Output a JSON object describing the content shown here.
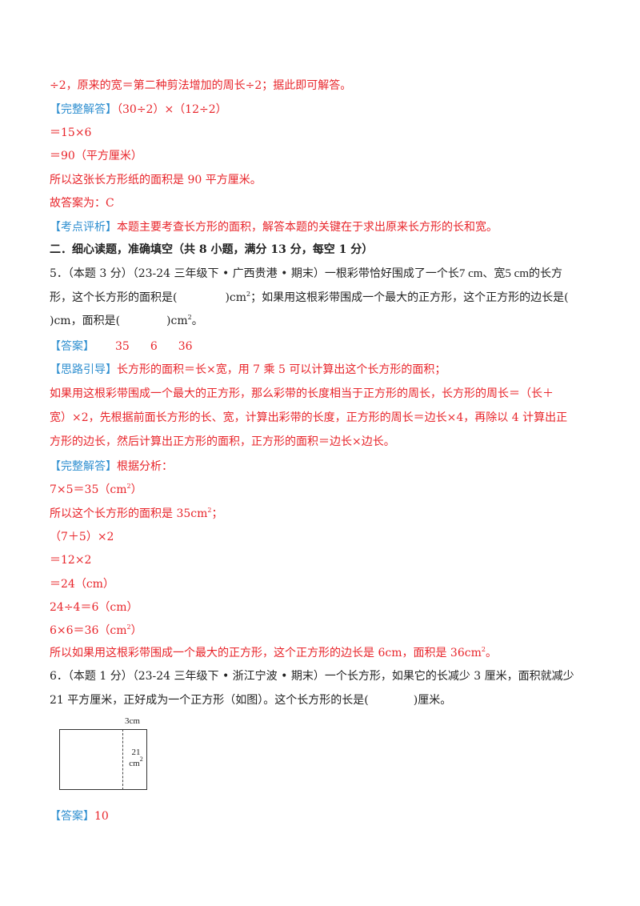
{
  "prev_solution": {
    "hint_tail": "÷2，原来的宽＝第二种剪法增加的周长÷2；据此即可解答。",
    "full_answer_label": "【完整解答】",
    "full_answer_expr": "（30÷2）×（12÷2）",
    "step1": "＝15×6",
    "step2": "＝90（平方厘米）",
    "conclusion": "所以这张长方形纸的面积是 90 平方厘米。",
    "final": "故答案为：C",
    "review_label": "【考点评析】",
    "review_text": "本题主要考查长方形的面积，解答本题的关键在于求出原来长方形的长和宽。"
  },
  "section": {
    "title": "二．细心读题，准确填空（共 8 小题，满分 13 分，每空 1 分）"
  },
  "q5": {
    "line1_a": "5．（本题 3 分）（23-24 三年级下 • 广西贵港 • 期末）一根彩带恰好围成了一个长",
    "len": "7 cm",
    "sep": "、宽",
    "wid": "5 cm",
    "line1_b": "的长方",
    "line2_a": "形，这个长方形的面积是(",
    "line2_b": ")cm",
    "line2_c": "；如果用这根彩带围成一个最大的正方形，这个正方形的边长是(",
    "line3_a": ")cm，面积是(",
    "line3_b": ")cm",
    "line3_c": "。",
    "sq": "2",
    "answer_label": "【答案】",
    "answers": [
      "35",
      "6",
      "36"
    ],
    "guide_label": "【思路引导】",
    "guide_1": "长方形的面积＝长×宽，用 7 乘 5 可以计算出这个长方形的面积；",
    "guide_2": "如果用这根彩带围成一个最大的正方形，那么彩带的长度相当于正方形的周长，长方形的周长＝（长＋",
    "guide_3": "宽）×2，先根据前面长方形的长、宽，计算出彩带的长度，正方形的周长＝边长×4，再除以 4 计算出正",
    "guide_4": "方形的边长，然后计算出正方形的面积，正方形的面积＝边长×边长。",
    "solution_label": "【完整解答】",
    "solution_intro": "根据分析：",
    "s1_a": "7×5＝35（cm",
    "s1_b": "）",
    "s2_a": "所以这个长方形的面积是 35cm",
    "s2_b": "；",
    "s3": "（7＋5）×2",
    "s4": "＝12×2",
    "s5": "＝24（cm）",
    "s6": "24÷4＝6（cm）",
    "s7_a": "6×6＝36（cm",
    "s7_b": "）",
    "s8_a": "所以如果用这根彩带围成一个最大的正方形，这个正方形的边长是 6cm，面积是 36cm",
    "s8_b": "。"
  },
  "q6": {
    "line1": "6．（本题 1 分）（23-24 三年级下 • 浙江宁波 • 期末）一个长方形，如果它的长减少 3 厘米，面积就减少",
    "line2_a": "21 平方厘米，正好成为一个正方形（如图）。这个长方形的长是(",
    "line2_b": ")厘米。",
    "figure": {
      "top_label": "3cm",
      "area_num": "21",
      "area_unit": "cm",
      "area_sup": "2"
    },
    "answer_label": "【答案】",
    "answer": "10"
  },
  "colors": {
    "red": "#e8242a",
    "blue": "#2f8fd0",
    "text": "#222222"
  }
}
